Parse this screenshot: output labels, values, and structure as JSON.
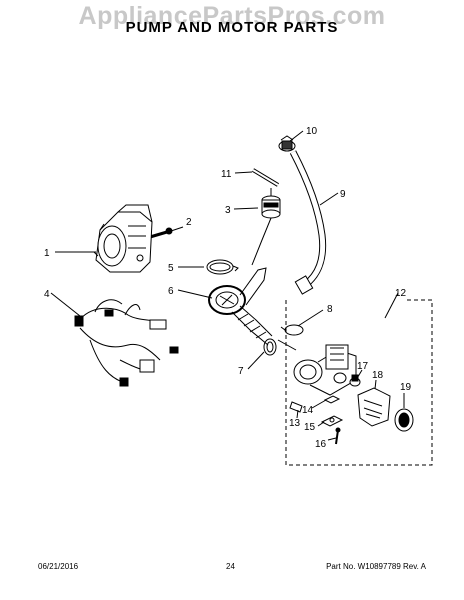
{
  "watermark": "AppliancePartsPros.com",
  "title": "PUMP AND MOTOR PARTS",
  "callouts": [
    "1",
    "2",
    "3",
    "4",
    "5",
    "6",
    "7",
    "8",
    "9",
    "10",
    "11",
    "12",
    "13",
    "14",
    "15",
    "16",
    "17",
    "18",
    "19"
  ],
  "footer": {
    "date": "06/21/2016",
    "page": "24",
    "part_number": "Part No. W10897789  Rev. A"
  }
}
